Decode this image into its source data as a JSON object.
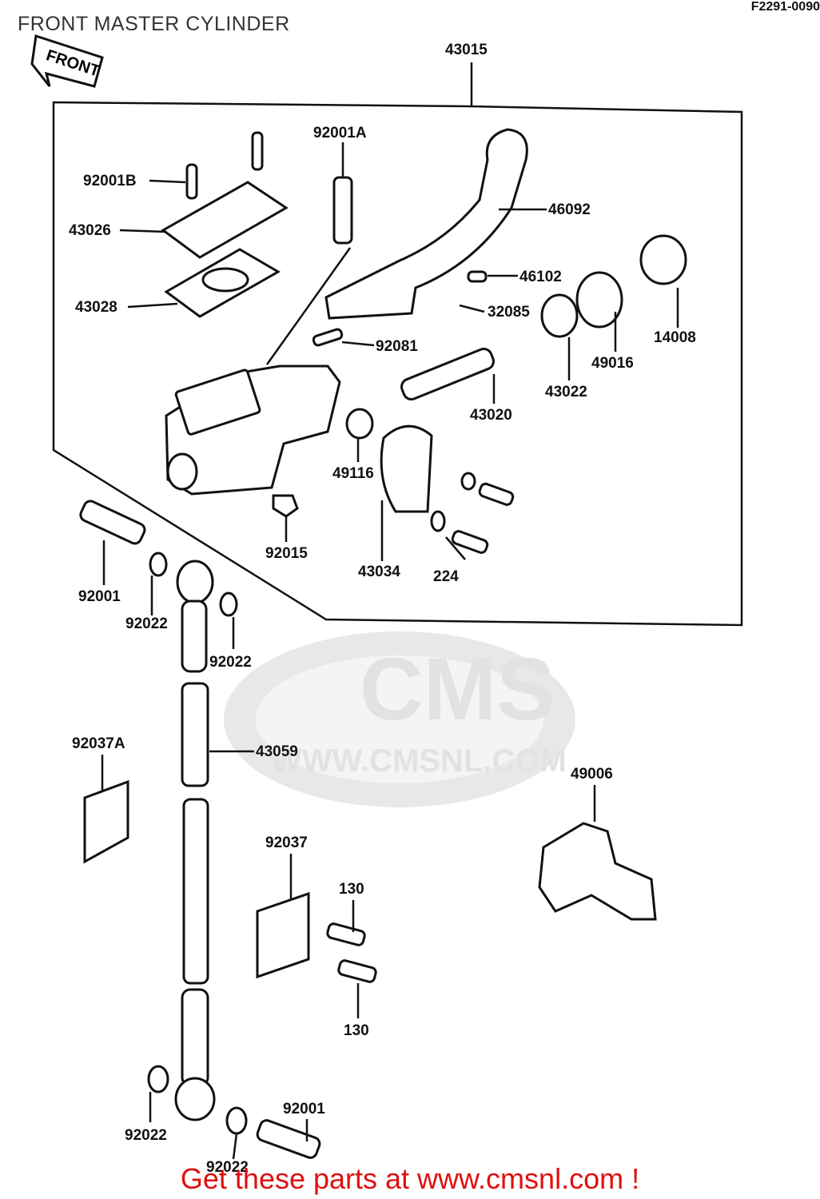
{
  "title": "FRONT MASTER CYLINDER",
  "diagram_code": "F2291-0090",
  "direction_arrow": "FRONT",
  "watermark": {
    "logo": "CMS",
    "url": "WWW.CMSNL.COM"
  },
  "footer": "Get these parts at www.cmsnl.com !",
  "labels": {
    "assembly": "43015",
    "screw_b": "92001B",
    "screw_a": "92001A",
    "cap": "43026",
    "diaphragm": "43028",
    "lever": "46092",
    "collar": "46102",
    "clip": "32085",
    "boot_outer": "14008",
    "boot": "49016",
    "washer": "43022",
    "spring": "92081",
    "piston": "43020",
    "seal": "49116",
    "holder": "43034",
    "nut": "92015",
    "bolt_set": "224",
    "banjo_bolt_top": "92001",
    "gasket_1": "92022",
    "gasket_2": "92022",
    "clamp_a": "92037A",
    "hose": "43059",
    "guide": "49006",
    "clamp": "92037",
    "screw_130_top": "130",
    "screw_130_bottom": "130",
    "gasket_3": "92022",
    "banjo_bolt_bottom": "92001",
    "gasket_4": "92022"
  }
}
